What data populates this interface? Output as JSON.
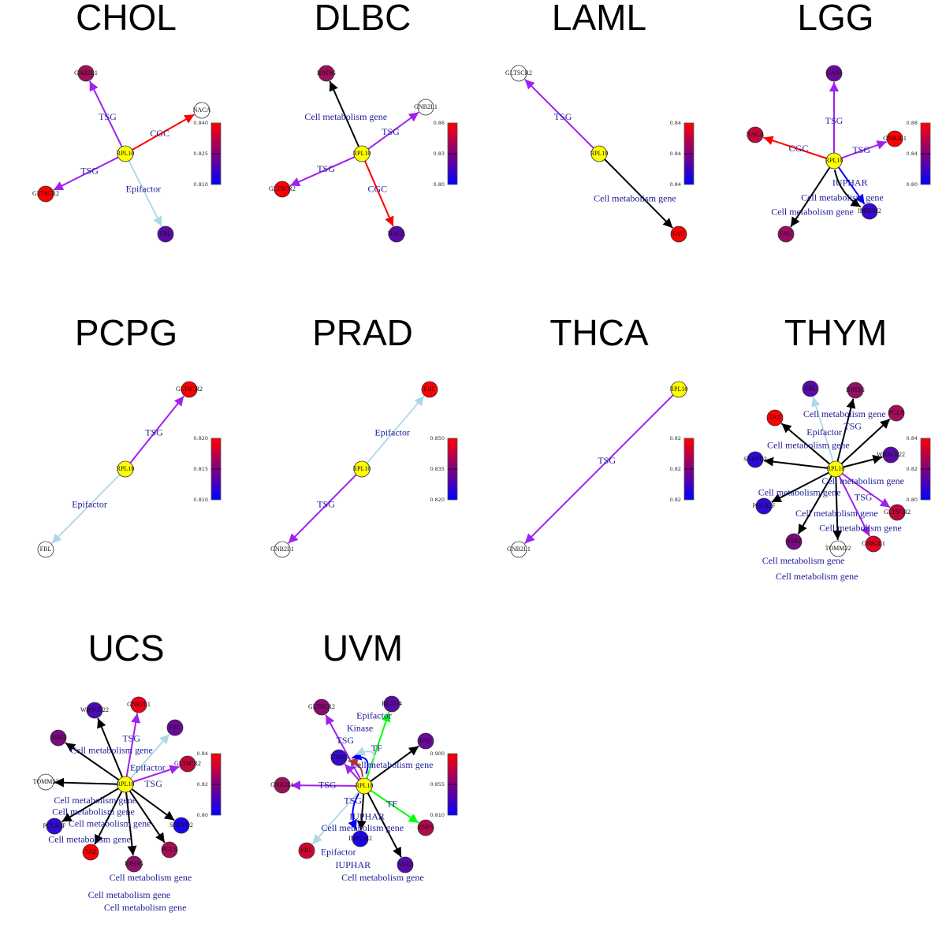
{
  "center": {
    "name": "RPL10",
    "fill": "#ffff00"
  },
  "edge_colors": {
    "TSG": "#a020f0",
    "CGC": "#ff0000",
    "Epifactor": "#add8e6",
    "Cell metabolism gene": "#000000",
    "TF": "#00ff00",
    "IUPHAR": "#0000ff",
    "Kinase": "#c0392b"
  },
  "label_color": "#1c1c96",
  "colorbar_colors": [
    "#0000ff",
    "#800080",
    "#ff0000"
  ],
  "panels": [
    {
      "title": "CHOL",
      "ticks": [
        "0.840",
        "0.825",
        "0.810"
      ],
      "nodes": [
        {
          "name": "GNB2L1",
          "fill": "#a0105a"
        },
        {
          "name": "NACA",
          "fill": "#ffffff"
        },
        {
          "name": "GLTSCR2",
          "fill": "#ff0000"
        },
        {
          "name": "FBL",
          "fill": "#5a0aa8"
        }
      ],
      "edges": [
        {
          "to": "GNB2L1",
          "label": "TSG"
        },
        {
          "to": "NACA",
          "label": "CGC"
        },
        {
          "to": "GLTSCR2",
          "label": "TSG"
        },
        {
          "to": "FBL",
          "label": "Epifactor"
        }
      ]
    },
    {
      "title": "DLBC",
      "ticks": [
        "0.86",
        "0.83",
        "0.80"
      ],
      "nodes": [
        {
          "name": "IDH3G",
          "fill": "#a0105a"
        },
        {
          "name": "GNB2L1",
          "fill": "#ffffff"
        },
        {
          "name": "GLTSCR2",
          "fill": "#ff0000"
        },
        {
          "name": "NACA",
          "fill": "#5a0aa8"
        }
      ],
      "edges": [
        {
          "to": "IDH3G",
          "label": "Cell metabolism gene"
        },
        {
          "to": "GNB2L1",
          "label": "TSG"
        },
        {
          "to": "GLTSCR2",
          "label": "TSG"
        },
        {
          "to": "NACA",
          "label": "CGC"
        }
      ]
    },
    {
      "title": "LAML",
      "ticks": [
        "0.84",
        "0.84",
        "0.84"
      ],
      "nodes": [
        {
          "name": "GLTSCR2",
          "fill": "#ffffff"
        },
        {
          "name": "FAU",
          "fill": "#ff0000"
        }
      ],
      "edges": [
        {
          "to": "GLTSCR2",
          "label": "TSG"
        },
        {
          "to": "FAU",
          "label": "Cell metabolism gene"
        }
      ]
    },
    {
      "title": "LGG",
      "ticks": [
        "0.88",
        "0.84",
        "0.80"
      ],
      "nodes": [
        {
          "name": "GAS5",
          "fill": "#6a0a98"
        },
        {
          "name": "NACA",
          "fill": "#c0083a"
        },
        {
          "name": "GNB2L1",
          "fill": "#ff0000"
        },
        {
          "name": "IMPDH2",
          "fill": "#3a08d0"
        },
        {
          "name": "FAU",
          "fill": "#9a0a60"
        }
      ],
      "edges": [
        {
          "to": "GAS5",
          "label": "TSG"
        },
        {
          "to": "NACA",
          "label": "CGC"
        },
        {
          "to": "GNB2L1",
          "label": "TSG"
        },
        {
          "to": "IMPDH2",
          "label": "IUPHAR"
        },
        {
          "to": "IMPDH2",
          "label": "Cell metabolism gene"
        },
        {
          "to": "FAU",
          "label": "Cell metabolism gene"
        }
      ]
    },
    {
      "title": "PCPG",
      "ticks": [
        "0.820",
        "0.815",
        "0.810"
      ],
      "nodes": [
        {
          "name": "GLTSCR2",
          "fill": "#ff0000"
        },
        {
          "name": "FBL",
          "fill": "#ffffff"
        }
      ],
      "edges": [
        {
          "to": "GLTSCR2",
          "label": "TSG"
        },
        {
          "to": "FBL",
          "label": "Epifactor"
        }
      ]
    },
    {
      "title": "PRAD",
      "ticks": [
        "0.850",
        "0.835",
        "0.820"
      ],
      "nodes": [
        {
          "name": "FBL",
          "fill": "#ff0000"
        },
        {
          "name": "GNB2L1",
          "fill": "#ffffff"
        }
      ],
      "edges": [
        {
          "to": "FBL",
          "label": "Epifactor"
        },
        {
          "to": "GNB2L1",
          "label": "TSG"
        }
      ]
    },
    {
      "title": "THCA",
      "ticks": [
        "0.82",
        "0.82",
        "0.82"
      ],
      "nodes": [
        {
          "name": "GNB2L1",
          "fill": "#ffffff"
        }
      ],
      "edges": [
        {
          "to": "GNB2L1",
          "label": "TSG"
        }
      ]
    },
    {
      "title": "THYM",
      "ticks": [
        "0.84",
        "0.82",
        "0.80"
      ],
      "nodes": [
        {
          "name": "FBL",
          "fill": "#5a0aa8"
        },
        {
          "name": "IDH3G",
          "fill": "#90106a"
        },
        {
          "name": "PGLS",
          "fill": "#a80c58"
        },
        {
          "name": "TAZ",
          "fill": "#ff0000"
        },
        {
          "name": "SNRPD2",
          "fill": "#2a08e0"
        },
        {
          "name": "WBSCR22",
          "fill": "#5a0aa8"
        },
        {
          "name": "POLR2F",
          "fill": "#3008d8"
        },
        {
          "name": "GLTSCR2",
          "fill": "#c0083a"
        },
        {
          "name": "SSR2",
          "fill": "#7a0a80"
        },
        {
          "name": "TOMM22",
          "fill": "#ffffff"
        },
        {
          "name": "GNB2L1",
          "fill": "#e00520"
        }
      ],
      "edges": [
        {
          "to": "FBL",
          "label": "Epifactor"
        },
        {
          "to": "IDH3G",
          "label": "Cell metabolism gene"
        },
        {
          "to": "PGLS",
          "label": "Cell metabolism gene"
        },
        {
          "to": "TAZ",
          "label": "Cell metabolism gene"
        },
        {
          "to": "SNRPD2",
          "label": "Cell metabolism gene"
        },
        {
          "to": "WBSCR22",
          "label": "Cell metabolism gene"
        },
        {
          "to": "POLR2F",
          "label": "Cell metabolism gene"
        },
        {
          "to": "GLTSCR2",
          "label": "TSG"
        },
        {
          "to": "SSR2",
          "label": "Cell metabolism gene"
        },
        {
          "to": "TOMM22",
          "label": "Cell metabolism gene"
        },
        {
          "to": "GNB2L1",
          "label": "TSG"
        }
      ]
    },
    {
      "title": "UCS",
      "ticks": [
        "0.84",
        "0.82",
        "0.80"
      ],
      "nodes": [
        {
          "name": "WBSCR22",
          "fill": "#4a0ab8"
        },
        {
          "name": "GNB2L1",
          "fill": "#ee0318"
        },
        {
          "name": "FBL",
          "fill": "#6a0a98"
        },
        {
          "name": "SSR2",
          "fill": "#7a0a80"
        },
        {
          "name": "GLTSCR2",
          "fill": "#c0083a"
        },
        {
          "name": "TOMM22",
          "fill": "#ffffff"
        },
        {
          "name": "SNRPD2",
          "fill": "#1a05f0"
        },
        {
          "name": "POLR2F",
          "fill": "#3008d8"
        },
        {
          "name": "TAZ",
          "fill": "#ff0000"
        },
        {
          "name": "IDH3G",
          "fill": "#90106a"
        },
        {
          "name": "PGLS",
          "fill": "#a80c58"
        }
      ],
      "edges": [
        {
          "to": "WBSCR22",
          "label": "Cell metabolism gene"
        },
        {
          "to": "GNB2L1",
          "label": "TSG"
        },
        {
          "to": "FBL",
          "label": "Epifactor"
        },
        {
          "to": "SSR2",
          "label": "Cell metabolism gene"
        },
        {
          "to": "GLTSCR2",
          "label": "TSG"
        },
        {
          "to": "TOMM22",
          "label": "Cell metabolism gene"
        },
        {
          "to": "SNRPD2",
          "label": "Cell metabolism gene"
        },
        {
          "to": "POLR2F",
          "label": "Cell metabolism gene"
        },
        {
          "to": "TAZ",
          "label": "Cell metabolism gene"
        },
        {
          "to": "IDH3G",
          "label": "Cell metabolism gene"
        },
        {
          "to": "PGLS",
          "label": "Cell metabolism gene"
        }
      ]
    },
    {
      "title": "UVM",
      "ticks": [
        "0.900",
        "0.855",
        "0.810"
      ],
      "nodes": [
        {
          "name": "GLTSCR2",
          "fill": "#8a0a70"
        },
        {
          "name": "REXO4",
          "fill": "#5a0aa8"
        },
        {
          "name": "FAU",
          "fill": "#6a0a98"
        },
        {
          "name": "TRIM5",
          "fill": "#3a08d0"
        },
        {
          "name": "GNB2L1",
          "fill": "#a0105a"
        },
        {
          "name": "ZNF5",
          "fill": "#b00a4a"
        },
        {
          "name": "FBL",
          "fill": "#d00530"
        },
        {
          "name": "IMPDH2",
          "fill": "#1a05f0"
        },
        {
          "name": "SSR2",
          "fill": "#5a0aa8"
        }
      ],
      "edges": [
        {
          "to": "GLTSCR2",
          "label": "TSG"
        },
        {
          "to": "REXO4",
          "label": "TF"
        },
        {
          "to": "FAU",
          "label": "Cell metabolism gene"
        },
        {
          "to": "TRIM5",
          "label": "TSG"
        },
        {
          "to": "TRIM5",
          "label": "Kinase"
        },
        {
          "to": "TRIM5",
          "label": "IUPHAR"
        },
        {
          "to": "TRIM5",
          "label": "Epifactor"
        },
        {
          "to": "GNB2L1",
          "label": "TSG"
        },
        {
          "to": "ZNF5",
          "label": "TF"
        },
        {
          "to": "FBL",
          "label": "Epifactor"
        },
        {
          "to": "IMPDH2",
          "label": "Cell metabolism gene"
        },
        {
          "to": "IMPDH2",
          "label": "IUPHAR"
        },
        {
          "to": "SSR2",
          "label": "Cell metabolism gene"
        }
      ]
    }
  ]
}
